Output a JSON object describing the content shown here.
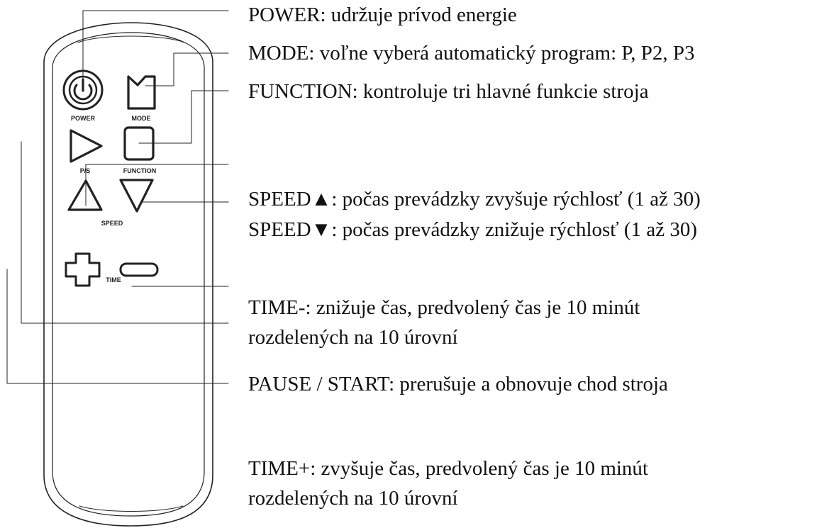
{
  "remote": {
    "labels": {
      "power": "POWER",
      "mode": "MODE",
      "ps": "P/S",
      "function": "FUNCTION",
      "speed": "SPEED",
      "time": "TIME"
    }
  },
  "descriptions": {
    "power": "POWER: udržuje prívod energie",
    "mode": "MODE: voľne vyberá automatický program: P, P2, P3",
    "function": "FUNCTION: kontroluje tri hlavné funkcie stroja",
    "speed_up": "SPEED▲: počas prevádzky zvyšuje rýchlosť (1 až 30)",
    "speed_down": "SPEED▼: počas prevádzky znižuje rýchlosť (1 až 30)",
    "time_minus": {
      "line1": "TIME-: znižuje čas, predvolený čas je 10 minút",
      "line2": "rozdelených na 10 úrovní"
    },
    "pause_start": "PAUSE / START: prerušuje a obnovuje chod stroja",
    "time_plus": {
      "line1": "TIME+: zvyšuje čas, predvolený čas je 10 minút",
      "line2": "rozdelených na 10 úrovní"
    }
  }
}
